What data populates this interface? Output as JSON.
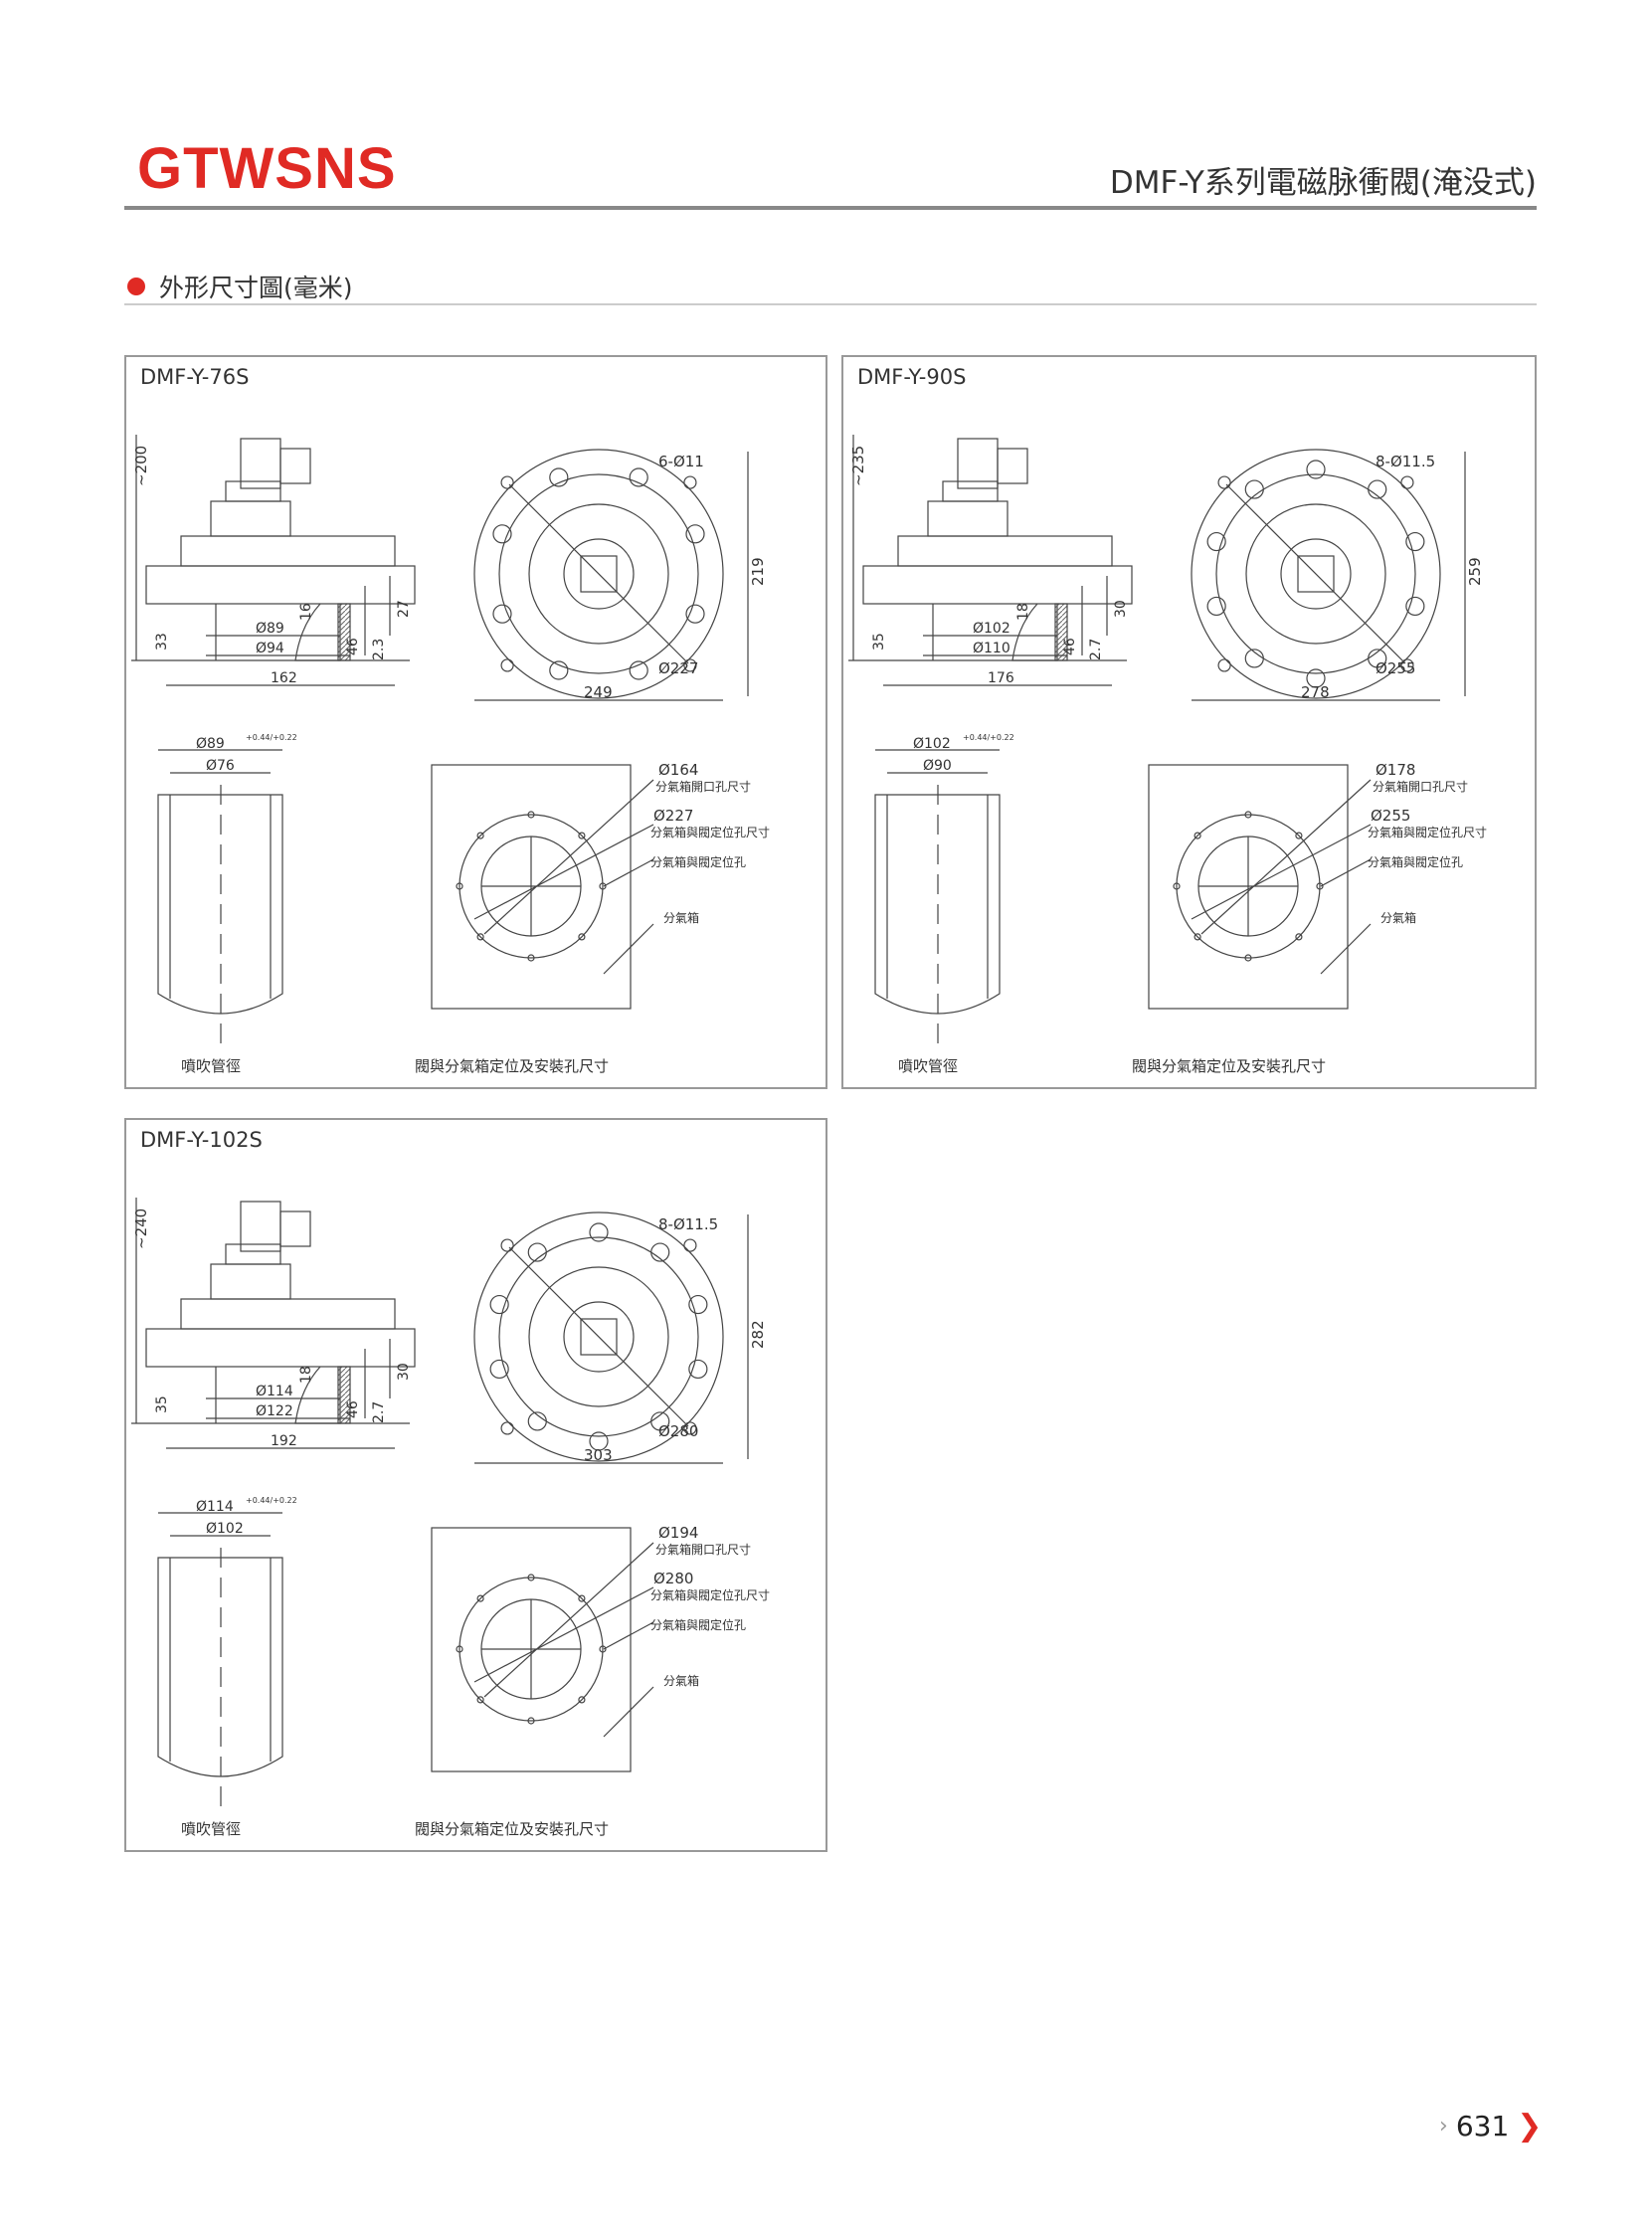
{
  "header": {
    "logo": "GTWSNS",
    "title": "DMF-Y系列電磁脉衝閥(淹没式)"
  },
  "section": {
    "title": "外形尺寸圖(毫米)"
  },
  "panels": [
    {
      "model": "DMF-Y-76S",
      "side": {
        "height": "~200",
        "d1": "33",
        "d2": "16",
        "d3": "46",
        "d4": "2.3",
        "d5": "27",
        "dia1": "Ø89",
        "dia2": "Ø94",
        "width": "162"
      },
      "top": {
        "holes": "6-Ø11",
        "height": "219",
        "dia": "Ø227",
        "width": "249"
      },
      "pipe": {
        "outer": "Ø89",
        "tol": "+0.44/+0.22",
        "inner": "Ø76",
        "caption": "噴吹管徑"
      },
      "mount": {
        "opening_dia": "Ø164",
        "opening_label": "分氣箱開口孔尺寸",
        "locate_dia": "Ø227",
        "locate_label": "分氣箱與閥定位孔尺寸",
        "hole_label": "分氣箱與閥定位孔",
        "box_label": "分氣箱",
        "caption": "閥與分氣箱定位及安裝孔尺寸"
      }
    },
    {
      "model": "DMF-Y-90S",
      "side": {
        "height": "~235",
        "d1": "35",
        "d2": "18",
        "d3": "46",
        "d4": "2.7",
        "d5": "30",
        "dia1": "Ø102",
        "dia2": "Ø110",
        "width": "176"
      },
      "top": {
        "holes": "8-Ø11.5",
        "height": "259",
        "dia": "Ø255",
        "width": "278"
      },
      "pipe": {
        "outer": "Ø102",
        "tol": "+0.44/+0.22",
        "inner": "Ø90",
        "caption": "噴吹管徑"
      },
      "mount": {
        "opening_dia": "Ø178",
        "opening_label": "分氣箱開口孔尺寸",
        "locate_dia": "Ø255",
        "locate_label": "分氣箱與閥定位孔尺寸",
        "hole_label": "分氣箱與閥定位孔",
        "box_label": "分氣箱",
        "caption": "閥與分氣箱定位及安裝孔尺寸"
      }
    },
    {
      "model": "DMF-Y-102S",
      "side": {
        "height": "~240",
        "d1": "35",
        "d2": "18",
        "d3": "46",
        "d4": "2.7",
        "d5": "30",
        "dia1": "Ø114",
        "dia2": "Ø122",
        "width": "192"
      },
      "top": {
        "holes": "8-Ø11.5",
        "height": "282",
        "dia": "Ø280",
        "width": "303"
      },
      "pipe": {
        "outer": "Ø114",
        "tol": "+0.44/+0.22",
        "inner": "Ø102",
        "caption": "噴吹管徑"
      },
      "mount": {
        "opening_dia": "Ø194",
        "opening_label": "分氣箱開口孔尺寸",
        "locate_dia": "Ø280",
        "locate_label": "分氣箱與閥定位孔尺寸",
        "hole_label": "分氣箱與閥定位孔",
        "box_label": "分氣箱",
        "caption": "閥與分氣箱定位及安裝孔尺寸"
      }
    }
  ],
  "footer": {
    "page": "631"
  },
  "colors": {
    "brand": "#e02a24",
    "rule": "#888888"
  }
}
